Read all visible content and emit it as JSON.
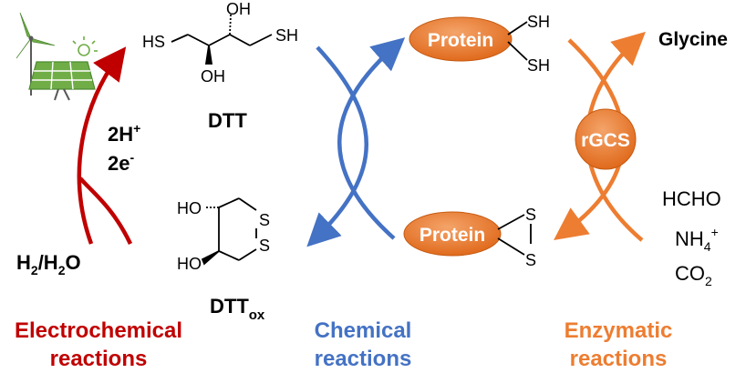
{
  "colors": {
    "electro": "#C00000",
    "chemical": "#4472C4",
    "enzymatic": "#ED7D31",
    "orange_fill": "#ED7D31",
    "solar_green": "#70AD47"
  },
  "icons": {
    "energy": "wind-turbine-and-solar-panel-icon"
  },
  "electrochemical": {
    "reactant_main": "H",
    "reactant_sub": "2",
    "reactant_rest_main": "/H",
    "reactant_rest_sub": "2",
    "reactant_tail": "O",
    "protons": "2H",
    "protons_sup": "+",
    "electrons": "2e",
    "electrons_sup": "-",
    "caption_line1": "Electrochemical",
    "caption_line2": "reactions"
  },
  "dtt": {
    "label": "DTT",
    "hs_left": "HS",
    "sh_right": "SH",
    "oh_top": "OH",
    "oh_bottom": "OH"
  },
  "dtt_ox": {
    "label_main": "DTT",
    "label_sub": "ox",
    "ho_top": "HO",
    "ho_bottom": "HO",
    "s_top": "S",
    "s_bottom": "S"
  },
  "chemical": {
    "caption_line1": "Chemical",
    "caption_line2": "reactions"
  },
  "protein_reduced": {
    "label": "Protein",
    "sh_top": "SH",
    "sh_bottom": "SH"
  },
  "protein_oxidized": {
    "label": "Protein",
    "s_top": "S",
    "s_bottom": "S"
  },
  "enzyme": {
    "label": "rGCS"
  },
  "enzymatic": {
    "product": "Glycine",
    "substrate1": "HCHO",
    "substrate2_main": "NH",
    "substrate2_sub": "4",
    "substrate2_sup": "+",
    "substrate3_main": "CO",
    "substrate3_sub": "2",
    "caption_line1": "Enzymatic",
    "caption_line2": "reactions"
  }
}
